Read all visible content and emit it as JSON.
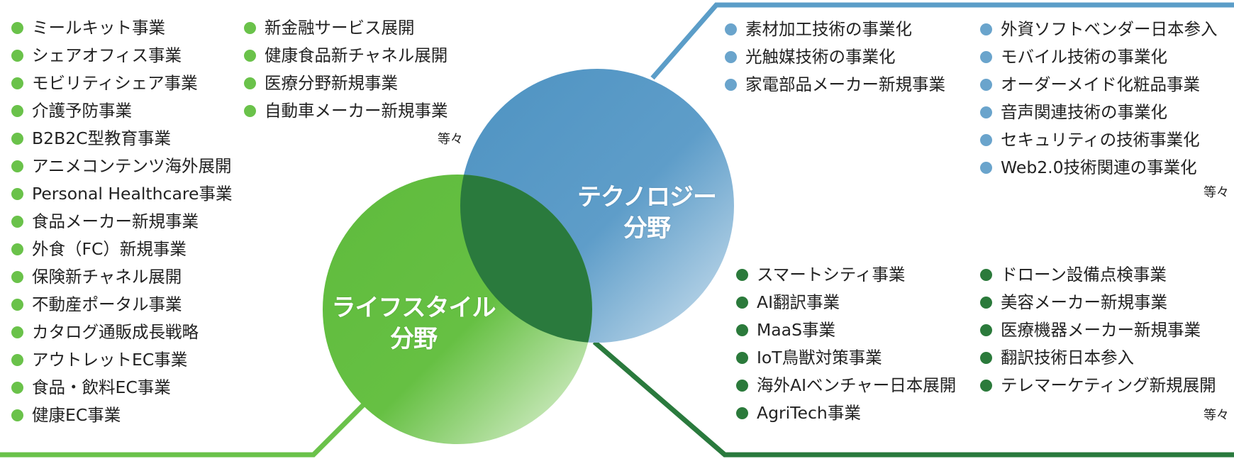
{
  "colors": {
    "lifestyle": "#66bd44",
    "technology": "#5b9dc8",
    "overlap": "#2a7a3d",
    "bullet_lifestyle": "#6ac24a",
    "bullet_technology": "#6aa4cc",
    "bullet_overlap": "#2b7a3b"
  },
  "circles": {
    "lifestyle_label_line1": "ライフスタイル",
    "lifestyle_label_line2": "分野",
    "technology_label_line1": "テクノロジー",
    "technology_label_line2": "分野"
  },
  "lifestyle": {
    "column1": [
      "ミールキット事業",
      "シェアオフィス事業",
      "モビリティシェア事業",
      "介護予防事業",
      "B2B2C型教育事業",
      "アニメコンテンツ海外展開",
      "Personal Healthcare事業",
      "食品メーカー新規事業",
      "外食（FC）新規事業",
      "保険新チャネル展開",
      "不動産ポータル事業",
      "カタログ通販成長戦略",
      "アウトレットEC事業",
      "食品・飲料EC事業",
      "健康EC事業"
    ],
    "column2": [
      "新金融サービス展開",
      "健康食品新チャネル展開",
      "医療分野新規事業",
      "自動車メーカー新規事業"
    ],
    "etc": "等々"
  },
  "technology": {
    "column1": [
      "素材加工技術の事業化",
      "光触媒技術の事業化",
      "家電部品メーカー新規事業"
    ],
    "column2": [
      "外資ソフトベンダー日本参入",
      "モバイル技術の事業化",
      "オーダーメイド化粧品事業",
      "音声関連技術の事業化",
      "セキュリティの技術事業化",
      "Web2.0技術関連の事業化"
    ],
    "etc": "等々"
  },
  "overlap": {
    "column1": [
      "スマートシティ事業",
      "AI翻訳事業",
      "MaaS事業",
      "IoT鳥獣対策事業",
      "海外AIベンチャー日本展開",
      "AgriTech事業"
    ],
    "column2": [
      "ドローン設備点検事業",
      "美容メーカー新規事業",
      "医療機器メーカー新規事業",
      "翻訳技術日本参入",
      "テレマーケティング新規展開"
    ],
    "etc": "等々"
  }
}
